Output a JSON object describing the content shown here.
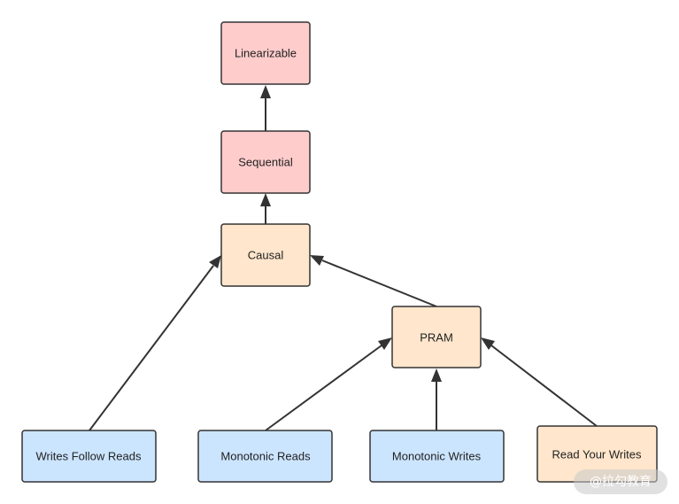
{
  "colors": {
    "strong": "#ffcccc",
    "medium": "#ffe6cc",
    "session": "#cce5ff",
    "stroke": "#333333"
  },
  "nodes": {
    "linearizable": {
      "label": "Linearizable",
      "color": "#ffcccc"
    },
    "sequential": {
      "label": "Sequential",
      "color": "#ffcccc"
    },
    "causal": {
      "label": "Causal",
      "color": "#ffe6cc"
    },
    "pram": {
      "label": "PRAM",
      "color": "#ffe6cc"
    },
    "writes_follow_reads": {
      "label": "Writes Follow Reads",
      "color": "#cce5ff"
    },
    "monotonic_reads": {
      "label": "Monotonic Reads",
      "color": "#cce5ff"
    },
    "monotonic_writes": {
      "label": "Monotonic Writes",
      "color": "#cce5ff"
    },
    "read_your_writes": {
      "label": "Read Your Writes",
      "color": "#ffe6cc"
    }
  },
  "edges": [
    {
      "from": "sequential",
      "to": "linearizable"
    },
    {
      "from": "causal",
      "to": "sequential"
    },
    {
      "from": "writes_follow_reads",
      "to": "causal"
    },
    {
      "from": "pram",
      "to": "causal"
    },
    {
      "from": "monotonic_reads",
      "to": "pram"
    },
    {
      "from": "monotonic_writes",
      "to": "pram"
    },
    {
      "from": "read_your_writes",
      "to": "pram"
    }
  ],
  "watermark": {
    "text": "@拉勾教育"
  }
}
